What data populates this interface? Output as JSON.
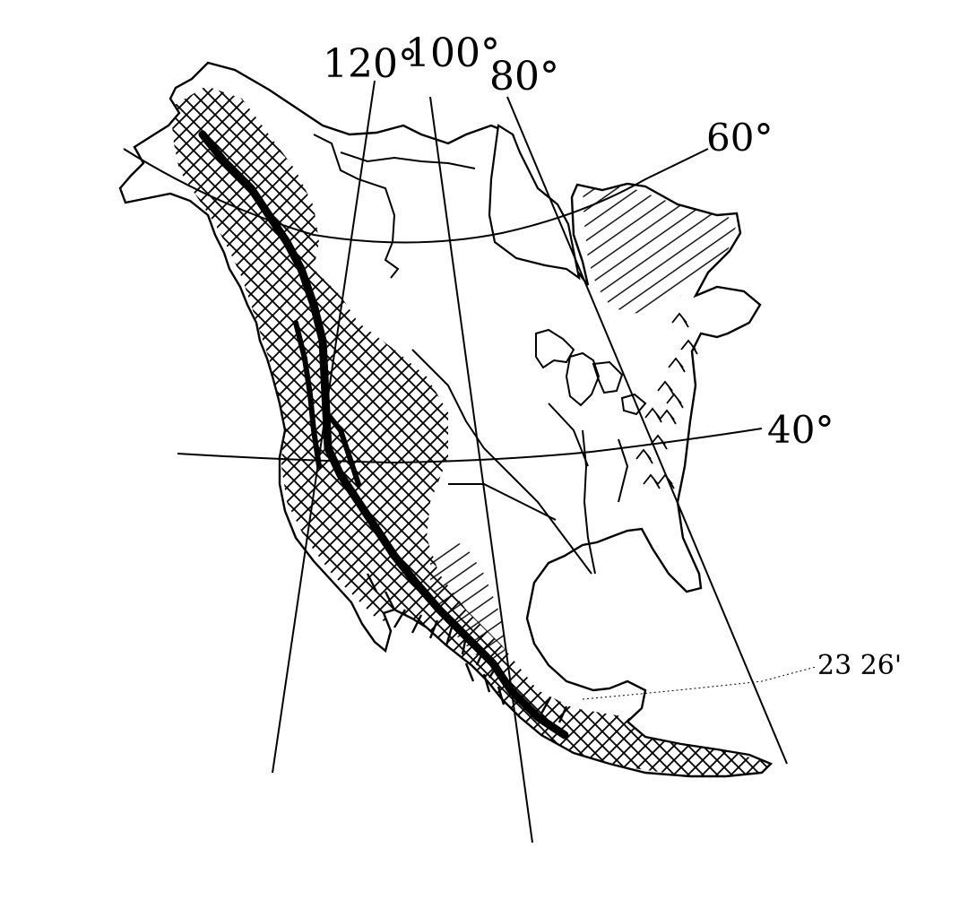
{
  "map": {
    "projection_labels": {
      "lon_120": "120°",
      "lon_100": "100°",
      "lon_80": "80°",
      "lat_60": "60°",
      "lat_40": "40°",
      "tropic": "23 26'"
    }
  }
}
